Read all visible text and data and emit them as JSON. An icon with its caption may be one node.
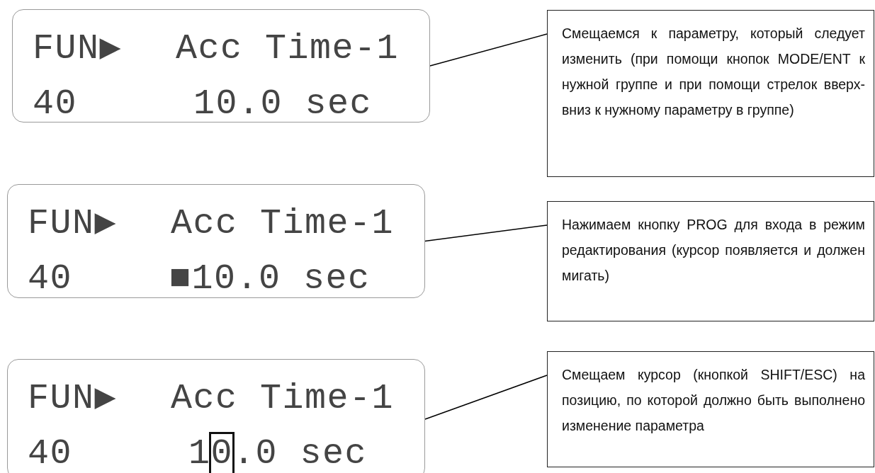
{
  "diagram": {
    "nodes": [
      {
        "text": [
          "FUN▶",
          "Acc Time-1",
          "40",
          "10.0 sec"
        ]
      },
      {
        "text": [
          "Смещаемся к параметру, который следует изменить (при помощи кнопок MODE/ENT к нужной группе и при помощи стрелок вверх-вниз к нужному параметру в группе)"
        ]
      },
      {
        "text": [
          "FUN▶",
          "Acc Time-1",
          "40",
          "■10.0 sec"
        ]
      },
      {
        "text": [
          "Нажимаем кнопку PROG для входа в режим редактирования (курсор появляется и должен мигать)"
        ]
      },
      {
        "text": [
          "FUN▶",
          "Acc Time-1",
          "40",
          "10.0 sec"
        ]
      },
      {
        "text": [
          "Смещаем курсор (кнопкой SHIFT/ESC) на позицию, по которой должно быть выполнено изменение параметра"
        ]
      }
    ],
    "edges": [
      {
        "from": 1,
        "to": 0,
        "arrow": "none"
      },
      {
        "from": 3,
        "to": 2,
        "arrow": "none"
      },
      {
        "from": 5,
        "to": 4,
        "arrow": "none"
      }
    ]
  }
}
